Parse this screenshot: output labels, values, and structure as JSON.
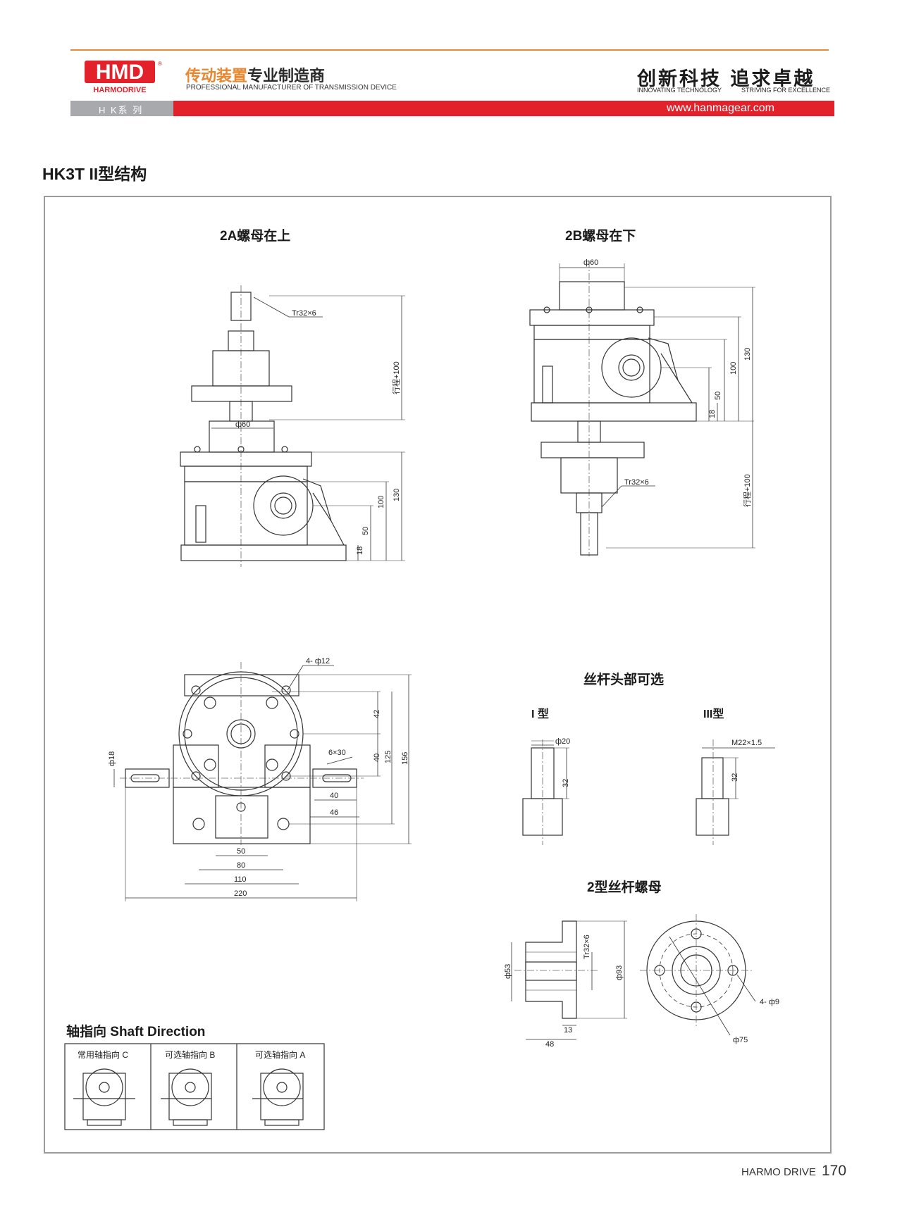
{
  "header": {
    "logo_text": "HMD",
    "logo_subtext": "HARMODRIVE",
    "logo_reg": "®",
    "tagline_cn_orange": "传动装置",
    "tagline_cn_dark": "专业制造商",
    "tagline_en": "PROFESSIONAL MANUFACTURER OF TRANSMISSION DEVICE",
    "slogan_cn": "创新科技  追求卓越",
    "slogan_en_left": "INNOVATING TECHNOLOGY",
    "slogan_en_right": "STRIVING FOR EXCELLENCE",
    "series": "H K系 列",
    "website": "www.hanmagear.com"
  },
  "section_title": "HK3T II型结构",
  "subtitles": {
    "view_2a": "2A螺母在上",
    "view_2b": "2B螺母在下",
    "screw_head": "丝杆头部可选",
    "type_1": "I 型",
    "type_3": "III型",
    "nut_type2": "2型丝杆螺母",
    "shaft_direction": "轴指向 Shaft Direction"
  },
  "dims_2a": {
    "thread": "Tr32×6",
    "stroke": "行程+100",
    "dia": "ф60",
    "h130": "130",
    "h100": "100",
    "h50": "50",
    "h18": "18"
  },
  "dims_2b": {
    "dia": "ф60",
    "h130": "130",
    "h100": "100",
    "h50": "50",
    "h18": "18",
    "thread": "Tr32×6",
    "stroke": "行程+100"
  },
  "dims_plan": {
    "holes": "4- ф12",
    "key": "6×30",
    "shaft_dia": "ф18",
    "d42": "42",
    "d40v": "40",
    "d125": "125",
    "d156": "156",
    "d40h": "40",
    "d46": "46",
    "d50": "50",
    "d80": "80",
    "d110": "110",
    "d220": "220"
  },
  "dims_head": {
    "t1_dia": "ф20",
    "t1_len": "32",
    "t3_thread": "M22×1.5",
    "t3_len": "32"
  },
  "dims_nut": {
    "thread": "Tr32×6",
    "d53": "ф53",
    "d93": "ф93",
    "d13": "13",
    "d48": "48",
    "holes": "4- ф9",
    "pcd": "ф75"
  },
  "shaft_table": {
    "cells": [
      "常用轴指向 C",
      "可选轴指向 B",
      "可选轴指向 A"
    ]
  },
  "footer": {
    "brand": "HARMO DRIVE",
    "page": "170"
  },
  "colors": {
    "accent_red": "#e2212b",
    "accent_orange": "#e8872f",
    "bar_gray": "#a7a9ac",
    "frame_gray": "#9b9b9b"
  }
}
